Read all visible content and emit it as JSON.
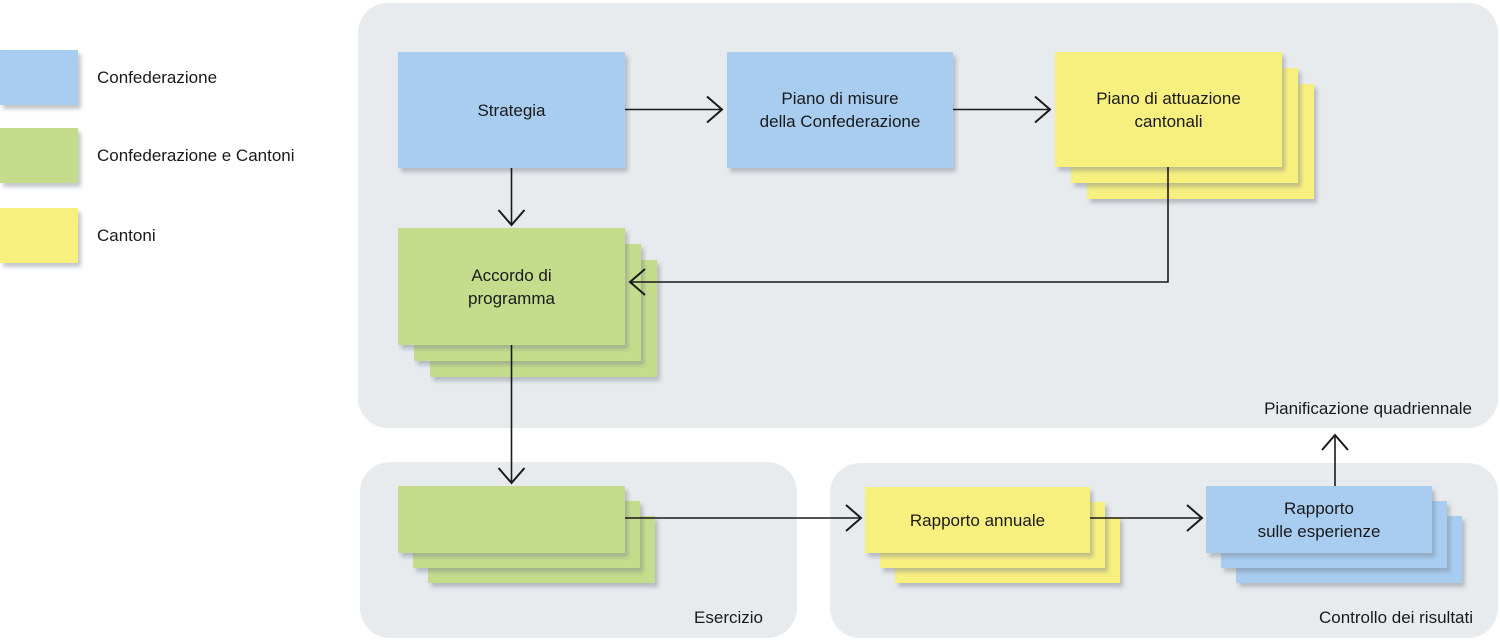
{
  "legend": {
    "items": [
      {
        "id": "confederazione",
        "label": "Confederazione",
        "color": "#a8cdf0"
      },
      {
        "id": "confederazione-e-cantoni",
        "label": "Confederazione e Cantoni",
        "color": "#c5dc8d"
      },
      {
        "id": "cantoni",
        "label": "Cantoni",
        "color": "#f8f07e"
      }
    ]
  },
  "regions": {
    "planning": {
      "label": "Pianificazione quadriennale"
    },
    "exercise": {
      "label": "Esercizio"
    },
    "control": {
      "label": "Controllo dei risultati"
    }
  },
  "nodes": {
    "strategia": {
      "label": "Strategia",
      "actor": "Confederazione",
      "stacked": false
    },
    "piano_misure": {
      "label": "Piano di misure\ndella Confederazione",
      "actor": "Confederazione",
      "stacked": false
    },
    "piano_attuazione": {
      "label": "Piano di attuazione\ncantonali",
      "actor": "Cantoni",
      "stacked": true
    },
    "accordo": {
      "label": "Accordo di\nprogramma",
      "actor": "Confederazione e Cantoni",
      "stacked": true
    },
    "esercizio_stack": {
      "label": "",
      "actor": "Confederazione e Cantoni",
      "stacked": true
    },
    "rapporto_annuale": {
      "label": "Rapporto annuale",
      "actor": "Cantoni",
      "stacked": true
    },
    "rapporto_esperienze": {
      "label": "Rapporto\nsulle esperienze",
      "actor": "Confederazione",
      "stacked": true
    }
  },
  "colors": {
    "confederation_blue": "#a8cdf0",
    "confederation_cantons_green": "#c5dc8d",
    "cantons_yellow": "#f8f07e",
    "region_background": "#e8ebee",
    "connector_line": "#1a1a1a"
  }
}
